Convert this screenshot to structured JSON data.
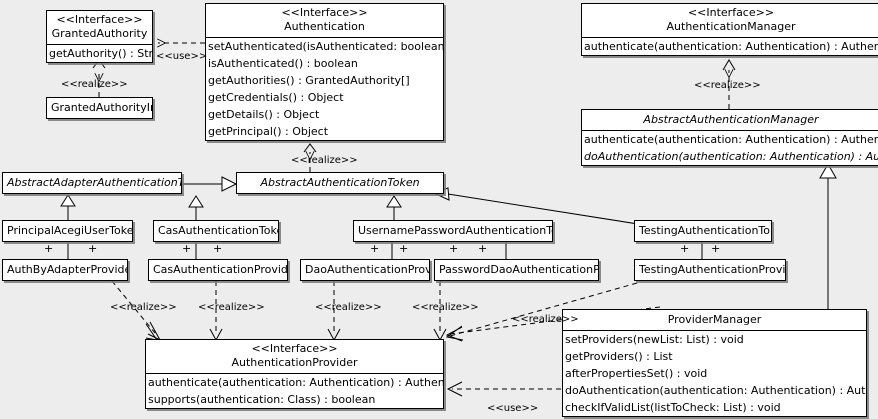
{
  "diagram": {
    "type": "uml-class-diagram",
    "background": "#ededed",
    "line_color": "#000000",
    "box_fill": "#ffffff"
  },
  "classes": {
    "granted_authority": {
      "stereotype": "<<Interface>>",
      "name": "GrantedAuthority",
      "methods": [
        "getAuthority() : String"
      ]
    },
    "granted_authority_impl": {
      "name": "GrantedAuthorityImpl",
      "methods": []
    },
    "authentication": {
      "stereotype": "<<Interface>>",
      "name": "Authentication",
      "methods": [
        "setAuthenticated(isAuthenticated: boolean) : void",
        "isAuthenticated() : boolean",
        "getAuthorities() : GrantedAuthority[]",
        "getCredentials() : Object",
        "getDetails() : Object",
        "getPrincipal() : Object"
      ]
    },
    "authentication_manager": {
      "stereotype": "<<Interface>>",
      "name": "AuthenticationManager",
      "methods": [
        "authenticate(authentication: Authentication) : Authentication"
      ]
    },
    "abstract_authentication_manager": {
      "name": "AbstractAuthenticationManager",
      "methods": [
        "authenticate(authentication: Authentication) : Authentication",
        "doAuthentication(authentication: Authentication) : Authentication"
      ]
    },
    "abstract_adapter_authentication_token": {
      "name": "AbstractAdapterAuthenticationToken",
      "methods": []
    },
    "abstract_authentication_token": {
      "name": "AbstractAuthenticationToken",
      "methods": []
    },
    "principal_acegi_user_token": {
      "name": "PrincipalAcegiUserToken",
      "methods": []
    },
    "cas_authentication_token": {
      "name": "CasAuthenticationToken",
      "methods": []
    },
    "username_password_authentication_token": {
      "name": "UsernamePasswordAuthenticationToken",
      "methods": []
    },
    "testing_authentication_token": {
      "name": "TestingAuthenticationToken",
      "methods": []
    },
    "auth_by_adapter_provider": {
      "name": "AuthByAdapterProvider",
      "methods": []
    },
    "cas_authentication_provider": {
      "name": "CasAuthenticationProvider",
      "methods": []
    },
    "dao_authentication_provider": {
      "name": "DaoAuthenticationProvider",
      "methods": []
    },
    "password_dao_authentication_provider": {
      "name": "PasswordDaoAuthenticationProvider",
      "methods": []
    },
    "testing_authentication_provider": {
      "name": "TestingAuthenticationProvider",
      "methods": []
    },
    "authentication_provider": {
      "stereotype": "<<Interface>>",
      "name": "AuthenticationProvider",
      "methods": [
        "authenticate(authentication: Authentication) : Authentication",
        "supports(authentication: Class) : boolean"
      ]
    },
    "provider_manager": {
      "name": "ProviderManager",
      "methods": [
        "setProviders(newList: List) : void",
        "getProviders() : List",
        "afterPropertiesSet() : void",
        "doAuthentication(authentication: Authentication) : Authentication",
        "checkIfValidList(listToCheck: List) : void"
      ]
    }
  },
  "relationship_labels": {
    "use_authentication_grantedauthority": "<<use>>",
    "realize_grantedauthorityimpl": "<<realize>>",
    "realize_abstractauthenticationtoken": "<<realize>>",
    "realize_authmanager": "<<realize>>",
    "realize_authbyadapter": "<<realize>>",
    "realize_cas": "<<realize>>",
    "realize_dao": "<<realize>>",
    "realize_passworddao": "<<realize>>",
    "realize_providermanager": "<<realize>>",
    "use_providermanager_authprovider": "<<use>>"
  },
  "multiplicities": {
    "plus": "+"
  }
}
